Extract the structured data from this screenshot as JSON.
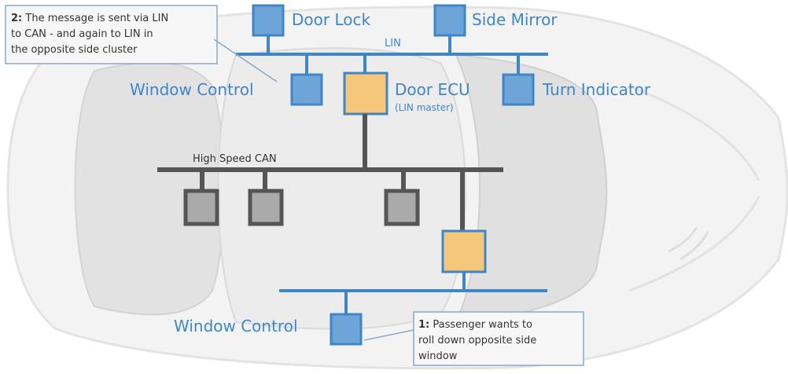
{
  "labels": {
    "door_lock": "Door Lock",
    "side_mirror": "Side Mirror",
    "lin_top": "LIN",
    "window_control_top": "Window Control",
    "door_ecu": "Door ECU",
    "door_ecu_sub": "(LIN master)",
    "turn_indicator": "Turn Indicator",
    "high_speed_can": "High Speed CAN",
    "window_control_bottom": "Window Control"
  },
  "notes": {
    "top": {
      "number": "2:",
      "line1": " The message is sent via LIN",
      "line2": "to CAN - and again to LIN in",
      "line3": "the opposite side cluster"
    },
    "bottom": {
      "number": "1:",
      "line1": " Passenger wants to",
      "line2": "roll down opposite side",
      "line3": "window"
    }
  },
  "colors": {
    "lin_blue": "#3f86c8",
    "node_blue": "#6ea5d8",
    "ecu_orange": "#f5c77a",
    "can_dark": "#555555",
    "node_gray": "#aaaaaa"
  }
}
